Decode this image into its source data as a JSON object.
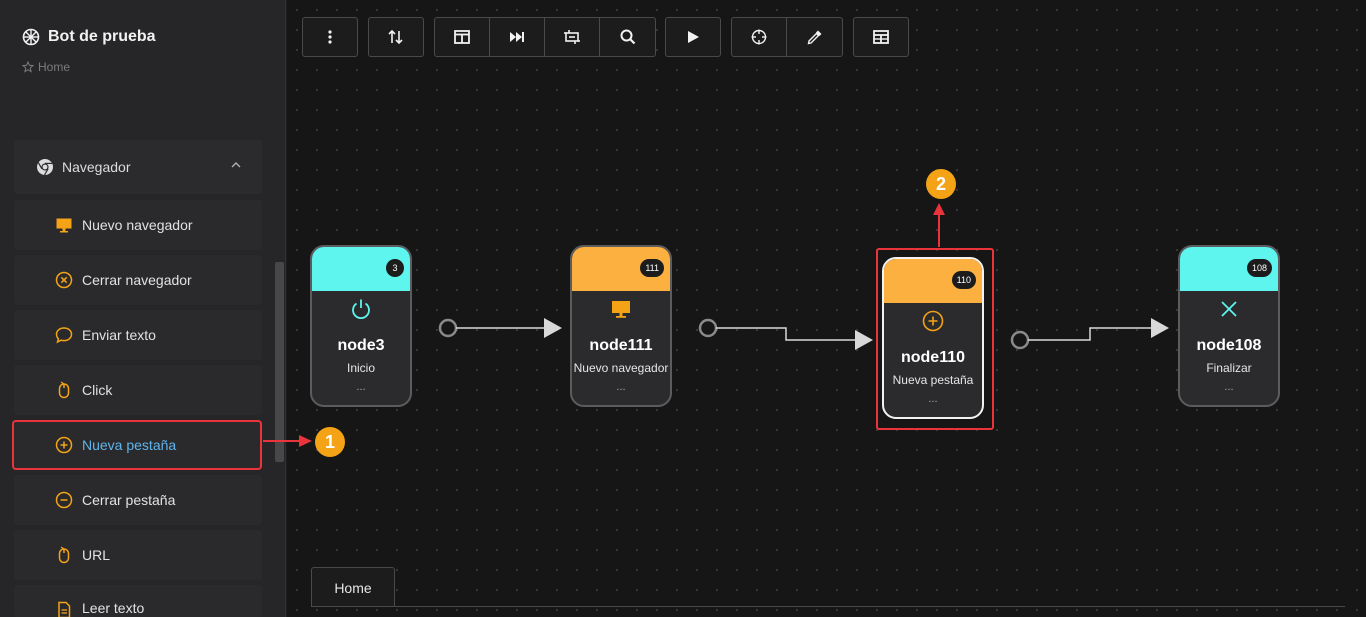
{
  "app": {
    "title": "Bot de prueba",
    "breadcrumb": "Home"
  },
  "sidebar": {
    "group": {
      "label": "Navegador",
      "expanded": true
    },
    "items": [
      {
        "label": "Nuevo navegador",
        "icon": "monitor-icon",
        "color": "#f4a316"
      },
      {
        "label": "Cerrar navegador",
        "icon": "circle-x-icon",
        "color": "#f4a316"
      },
      {
        "label": "Enviar texto",
        "icon": "chat-bubble-icon",
        "color": "#f4a316"
      },
      {
        "label": "Click",
        "icon": "mouse-icon",
        "color": "#f4a316"
      },
      {
        "label": "Nueva pestaña",
        "icon": "circle-plus-icon",
        "color": "#f4a316",
        "active": true
      },
      {
        "label": "Cerrar pestaña",
        "icon": "circle-minus-icon",
        "color": "#f4a316"
      },
      {
        "label": "URL",
        "icon": "mouse-icon",
        "color": "#f4a316"
      },
      {
        "label": "Leer texto",
        "icon": "document-icon",
        "color": "#f4a316"
      }
    ]
  },
  "toolbar": {
    "buttons": [
      "more-vertical-icon",
      "sort-icon",
      "panel-icon",
      "skip-forward-icon",
      "transform-icon",
      "search-icon",
      "play-icon",
      "crosshair-icon",
      "eyedropper-icon",
      "table-icon"
    ]
  },
  "nodes": [
    {
      "id": "3",
      "name": "node3",
      "label": "Inicio",
      "dots": "...",
      "color": "#5ef5ef",
      "icon": "power-icon"
    },
    {
      "id": "111",
      "name": "node111",
      "label": "Nuevo navegador",
      "dots": "...",
      "color": "#fbb040",
      "icon": "monitor-icon"
    },
    {
      "id": "110",
      "name": "node110",
      "label": "Nueva pestaña",
      "dots": "...",
      "color": "#fbb040",
      "icon": "circle-plus-icon"
    },
    {
      "id": "108",
      "name": "node108",
      "label": "Finalizar",
      "dots": "...",
      "color": "#5ef5ef",
      "icon": "x-icon"
    }
  ],
  "callouts": [
    "1",
    "2"
  ],
  "tabs": [
    {
      "label": "Home"
    }
  ],
  "colors": {
    "accent": "#f4a316",
    "highlight": "#e8343a",
    "active_text": "#5fb4ec"
  }
}
